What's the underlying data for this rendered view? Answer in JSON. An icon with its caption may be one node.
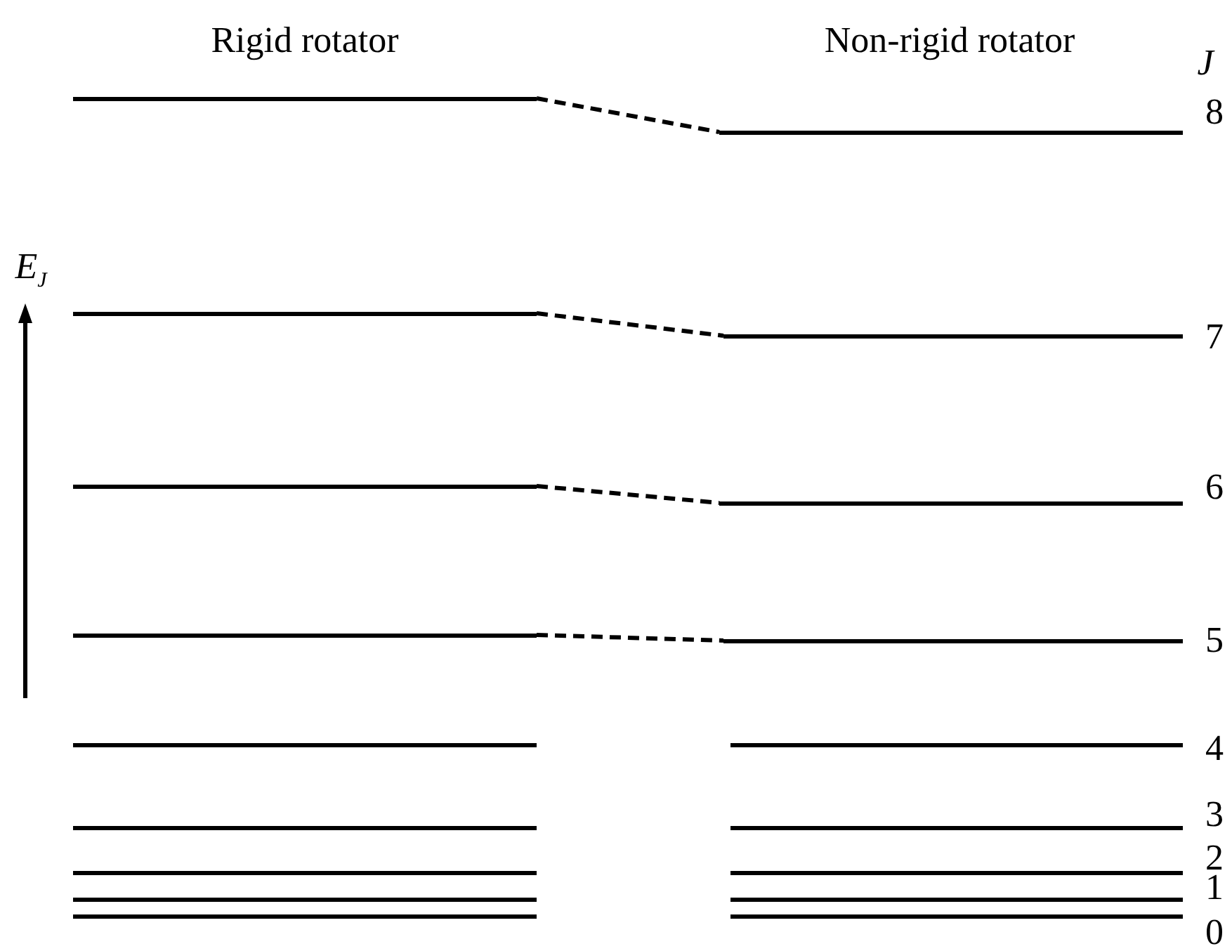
{
  "diagram": {
    "nodes": [
      {
        "text": [],
        "shape": "bar"
      },
      {
        "text": [],
        "shape": "bar",
        "beside": [
          "8"
        ]
      },
      {
        "text": [],
        "shape": "bar"
      },
      {
        "text": [],
        "shape": "bar",
        "beside": [
          "7"
        ]
      },
      {
        "text": [],
        "shape": "bar"
      },
      {
        "text": [],
        "shape": "bar",
        "beside": [
          "6"
        ]
      },
      {
        "text": [],
        "shape": "bar"
      },
      {
        "text": [],
        "shape": "bar",
        "beside": [
          "5"
        ]
      },
      {
        "text": [],
        "shape": "bar"
      },
      {
        "text": [],
        "shape": "bar",
        "beside": [
          "4"
        ]
      },
      {
        "text": [],
        "shape": "bar"
      },
      {
        "text": [],
        "shape": "bar",
        "beside": [
          "3"
        ]
      },
      {
        "text": [],
        "shape": "bar"
      },
      {
        "text": [],
        "shape": "bar",
        "beside": [
          "2"
        ]
      },
      {
        "text": [],
        "shape": "bar"
      },
      {
        "text": [],
        "shape": "bar",
        "beside": [
          "1"
        ]
      },
      {
        "text": [],
        "shape": "bar"
      },
      {
        "text": [],
        "shape": "bar",
        "beside": [
          "0"
        ]
      }
    ],
    "edges": [
      {
        "from": 0,
        "to": 1,
        "arrow": "none",
        "style": "dashed"
      },
      {
        "from": 2,
        "to": 3,
        "arrow": "none",
        "style": "dashed"
      },
      {
        "from": 4,
        "to": 5,
        "arrow": "none",
        "style": "dashed"
      },
      {
        "from": 6,
        "to": 7,
        "arrow": "none",
        "style": "dashed"
      }
    ],
    "labels": [
      "Rigid rotator",
      "Non-rigid rotator",
      "J",
      "E$_{J}$"
    ]
  }
}
